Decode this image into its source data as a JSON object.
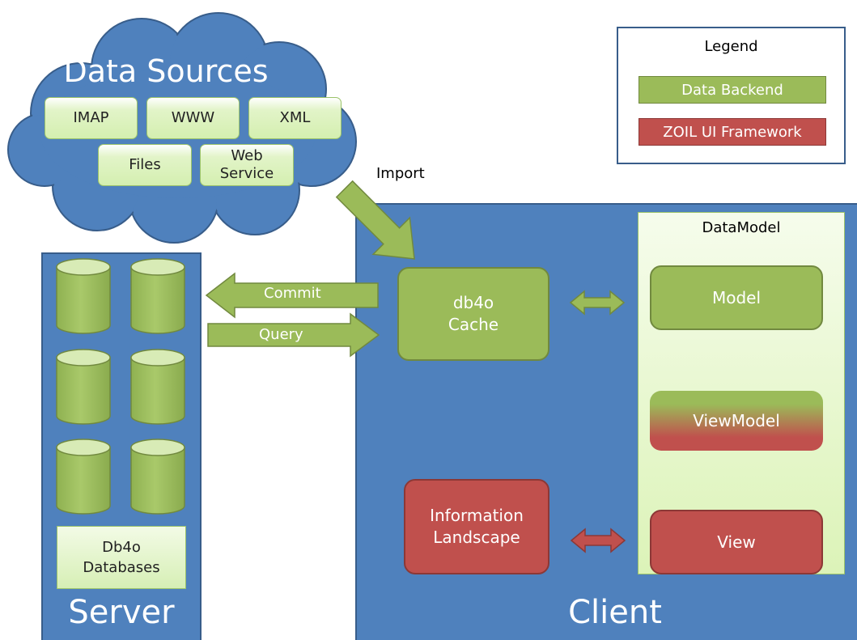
{
  "data_sources": {
    "title": "Data Sources",
    "items": [
      "IMAP",
      "WWW",
      "XML",
      "Files",
      "Web Service"
    ]
  },
  "import_label": "Import",
  "legend": {
    "title": "Legend",
    "items": [
      {
        "label": "Data Backend",
        "color": "#9bbb59"
      },
      {
        "label": "ZOIL UI Framework",
        "color": "#c0504d"
      }
    ]
  },
  "server": {
    "label": "Server",
    "databases_label_line1": "Db4o",
    "databases_label_line2": "Databases"
  },
  "arrows": {
    "commit": "Commit",
    "query": "Query"
  },
  "client": {
    "label": "Client",
    "cache_line1": "db4o",
    "cache_line2": "Cache",
    "landscape_line1": "Information",
    "landscape_line2": "Landscape"
  },
  "datamodel": {
    "title": "DataModel",
    "model": "Model",
    "viewmodel": "ViewModel",
    "view": "View"
  },
  "colors": {
    "panel_blue": "#4f81bd",
    "green": "#9bbb59",
    "red": "#c0504d"
  }
}
